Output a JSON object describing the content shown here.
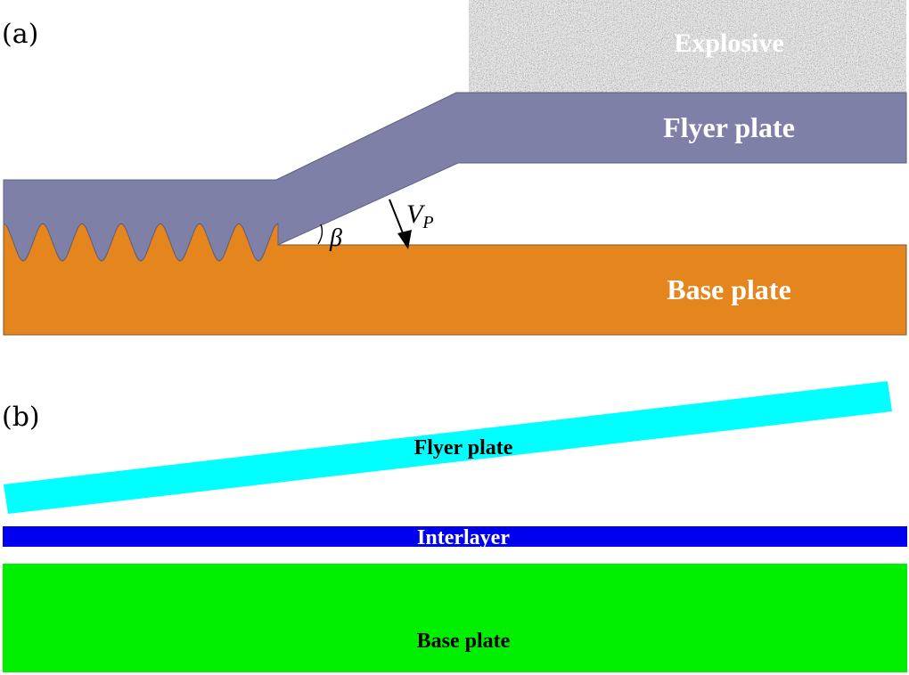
{
  "panel_a": {
    "label": "(a)",
    "explosive_label": "Explosive",
    "flyer_label": "Flyer plate",
    "base_label": "Base plate",
    "angle_symbol": "β",
    "velocity_symbol": "V",
    "velocity_subscript": "P",
    "colors": {
      "flyer": "#7f80a8",
      "base": "#e5851d",
      "explosive_light": "#e6e6e6",
      "explosive_dark": "#6a6a6a"
    }
  },
  "panel_b": {
    "label": "(b)",
    "flyer_label": "Flyer plate",
    "interlayer_label": "Interlayer",
    "base_label": "Base plate",
    "colors": {
      "flyer": "#00ffff",
      "interlayer": "#0000ee",
      "base": "#00ee00"
    }
  }
}
